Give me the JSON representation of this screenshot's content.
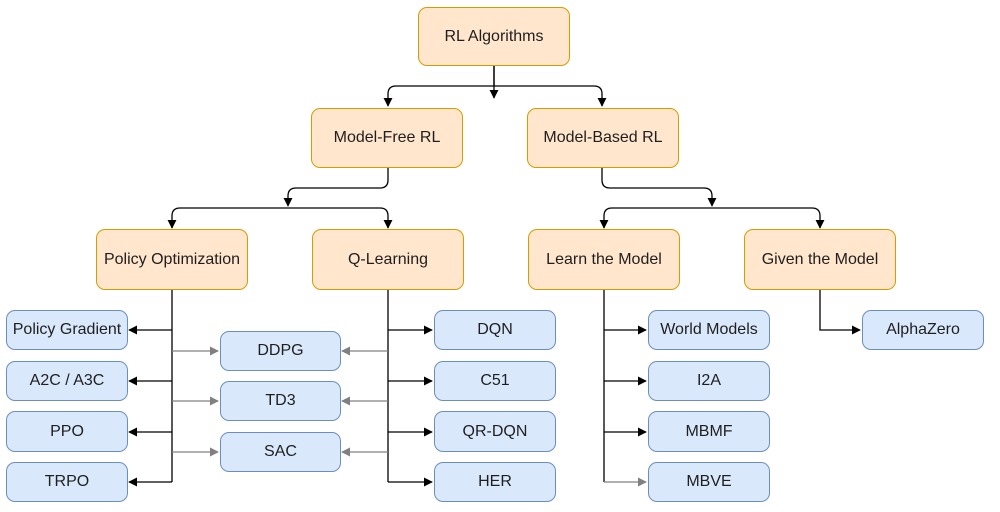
{
  "root": {
    "label": "RL Algorithms"
  },
  "categories": {
    "model_free": "Model-Free RL",
    "model_based": "Model-Based RL"
  },
  "subcategories": {
    "policy_optimization": "Policy Optimization",
    "q_learning": "Q-Learning",
    "learn_the_model": "Learn the Model",
    "given_the_model": "Given the Model"
  },
  "algorithms": {
    "policy_gradient": "Policy Gradient",
    "a2c_a3c": "A2C / A3C",
    "ppo": "PPO",
    "trpo": "TRPO",
    "ddpg": "DDPG",
    "td3": "TD3",
    "sac": "SAC",
    "dqn": "DQN",
    "c51": "C51",
    "qr_dqn": "QR-DQN",
    "her": "HER",
    "world_models": "World Models",
    "i2a": "I2A",
    "mbmf": "MBMF",
    "mbve": "MBVE",
    "alphazero": "AlphaZero"
  },
  "colors": {
    "orange_fill": "#ffe6cc",
    "orange_border": "#d79b00",
    "blue_fill": "#dae8fc",
    "blue_border": "#6c8ebf",
    "edge": "#000000",
    "edge_gray": "#808080"
  }
}
